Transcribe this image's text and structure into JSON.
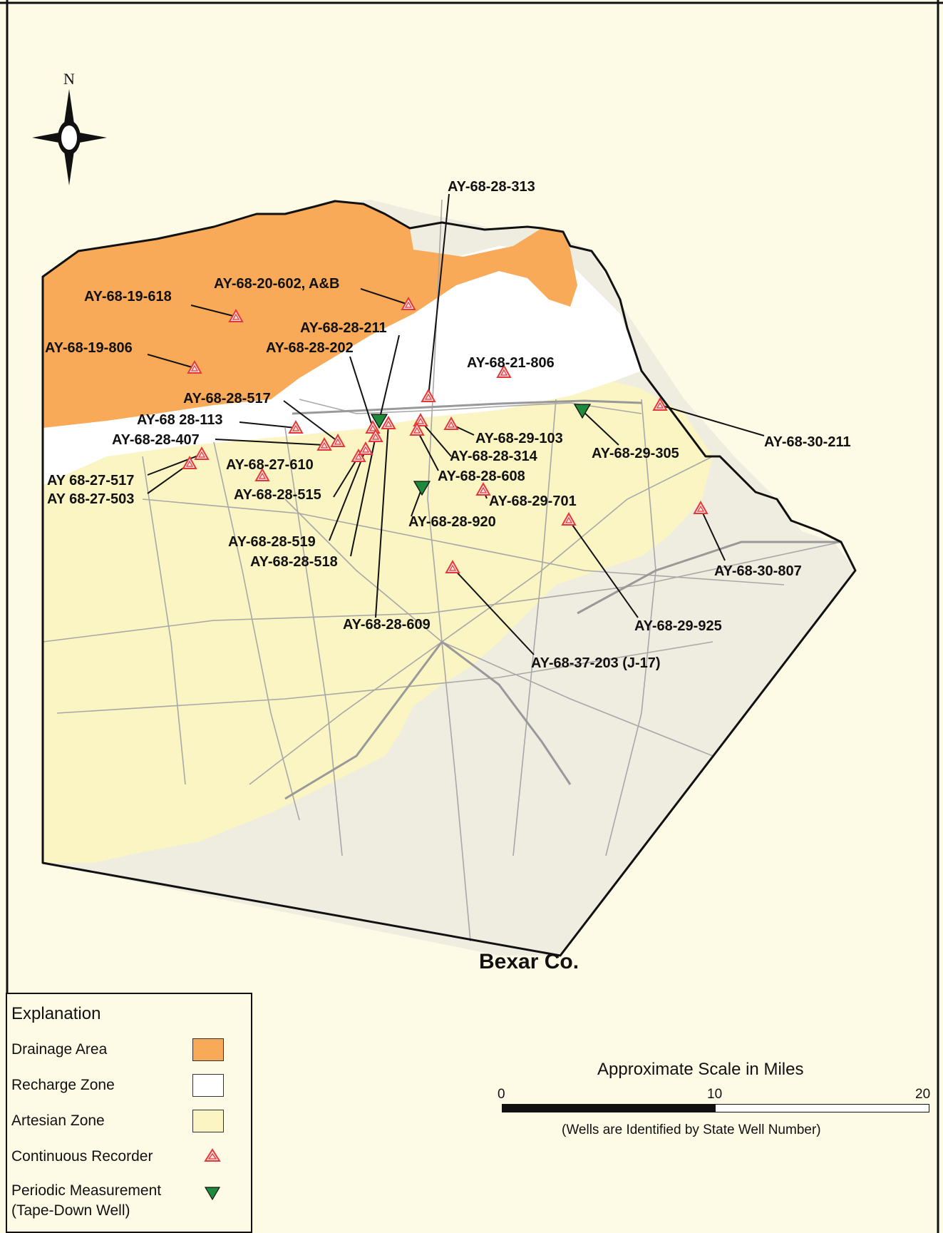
{
  "colors": {
    "background": "#fdfbe6",
    "drainage": "#f9aa58",
    "recharge": "#ffffff",
    "artesian": "#fbf4c3",
    "recorder": "#e53939",
    "periodic": "#1f8a3b",
    "frame": "#111111"
  },
  "north_label": "N",
  "county_label": "Bexar Co.",
  "legend": {
    "title": "Explanation",
    "items": [
      {
        "label": "Drainage Area",
        "symbol": "orange-swatch"
      },
      {
        "label": "Recharge Zone",
        "symbol": "white-swatch"
      },
      {
        "label": "Artesian Zone",
        "symbol": "yellow-swatch"
      },
      {
        "label": "Continuous Recorder",
        "symbol": "red-triangle-icon"
      },
      {
        "label": "Periodic Measurement",
        "label2": "(Tape-Down Well)",
        "symbol": "green-triangle-icon"
      }
    ]
  },
  "scale": {
    "title": "Approximate Scale in Miles",
    "ticks": [
      "0",
      "10",
      "20"
    ],
    "filled_fraction": 0.5,
    "note": "(Wells are Identified by State Well Number)"
  },
  "wells": [
    {
      "id": "AY-68-28-313"
    },
    {
      "id": "AY-68-20-602, A&B"
    },
    {
      "id": "AY-68-19-618"
    },
    {
      "id": "AY-68-28-211"
    },
    {
      "id": "AY-68-28-202"
    },
    {
      "id": "AY-68-19-806"
    },
    {
      "id": "AY-68-21-806"
    },
    {
      "id": "AY-68-28-517"
    },
    {
      "id": "AY-68 28-113"
    },
    {
      "id": "AY-68-28-407"
    },
    {
      "id": "AY-68-29-103"
    },
    {
      "id": "AY-68-29-305"
    },
    {
      "id": "AY-68-30-211"
    },
    {
      "id": "AY-68-28-314"
    },
    {
      "id": "AY-68-27-610"
    },
    {
      "id": "AY 68-27-517"
    },
    {
      "id": "AY 68-27-503"
    },
    {
      "id": "AY-68-28-608"
    },
    {
      "id": "AY-68-28-515"
    },
    {
      "id": "AY-68-29-701"
    },
    {
      "id": "AY-68-28-920"
    },
    {
      "id": "AY-68-28-519"
    },
    {
      "id": "AY-68-28-518"
    },
    {
      "id": "AY-68-30-807"
    },
    {
      "id": "AY-68-29-925"
    },
    {
      "id": "AY-68-28-609"
    },
    {
      "id": "AY-68-37-203 (J-17)"
    }
  ]
}
